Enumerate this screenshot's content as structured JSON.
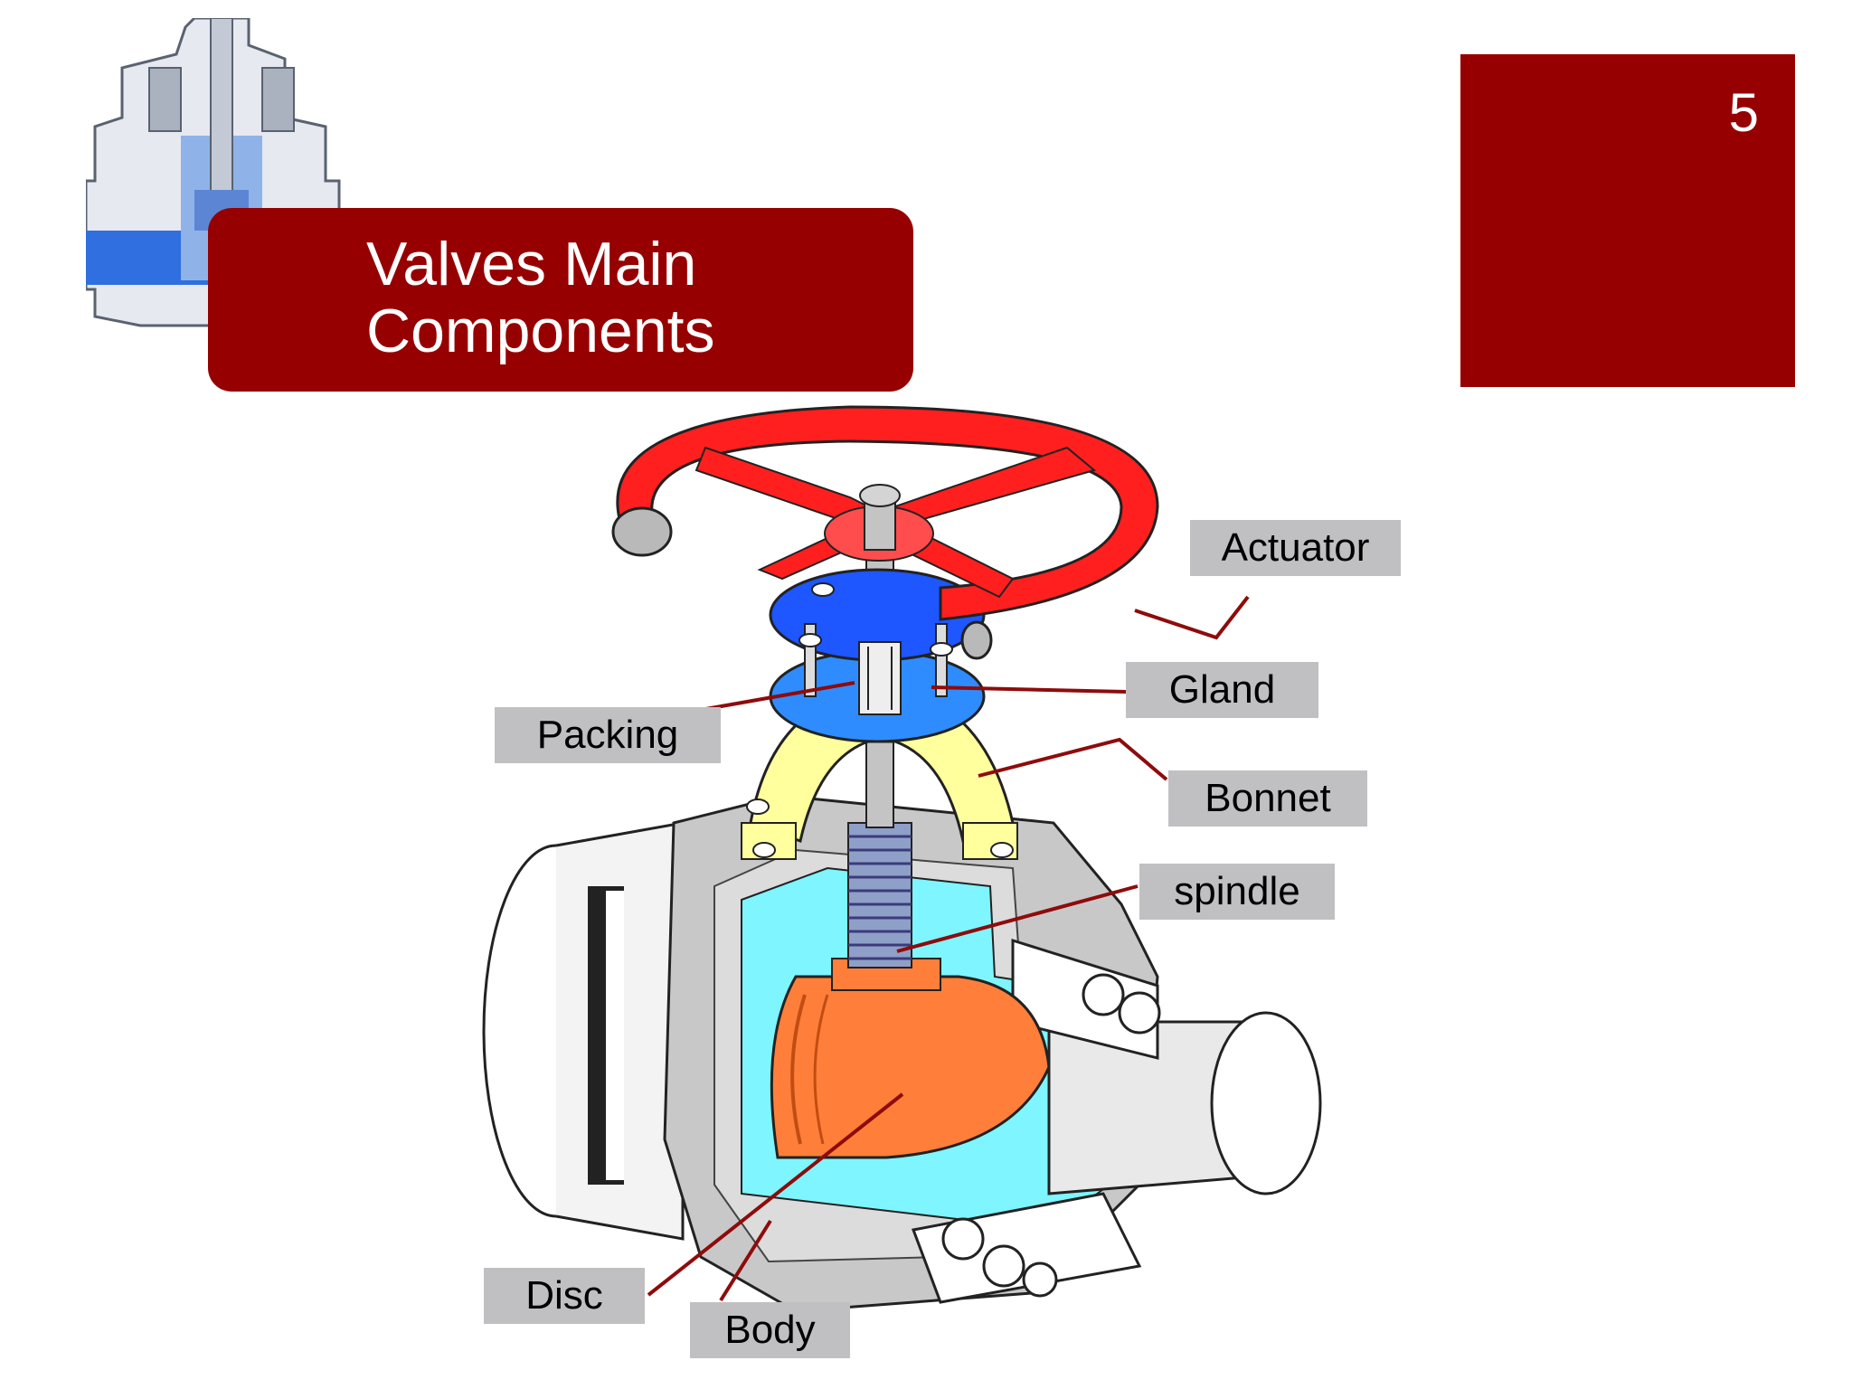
{
  "slide": {
    "title_line1": "Valves Main",
    "title_line2": "Components",
    "page_number": "5"
  },
  "labels": {
    "actuator": "Actuator",
    "gland": "Gland",
    "packing": "Packing",
    "bonnet": "Bonnet",
    "spindle": "spindle",
    "disc": "Disc",
    "body": "Body"
  },
  "colors": {
    "accent": "#970000",
    "label_bg": "#c0c0c2",
    "leader_line": "#8f0b0b",
    "handwheel": "#ff1f1f",
    "gland": "#1e56ff",
    "bonnet": "#ffff9e",
    "interior": "#7ef5ff",
    "disc": "#ff7f3a",
    "body": "#c8c8c8"
  },
  "icons": {
    "logo": "valve-cutaway-logo-icon"
  }
}
